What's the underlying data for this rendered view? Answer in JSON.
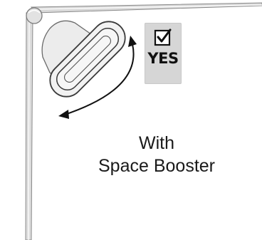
{
  "badge": {
    "label": "YES",
    "checked": true,
    "icon": "checked-checkbox-icon",
    "background": "#d6d6d6"
  },
  "caption": {
    "line1": "With",
    "line2": "Space Booster"
  },
  "colors": {
    "outline": "#3a3a3a",
    "fill": "#efefef",
    "arrow": "#111111"
  }
}
